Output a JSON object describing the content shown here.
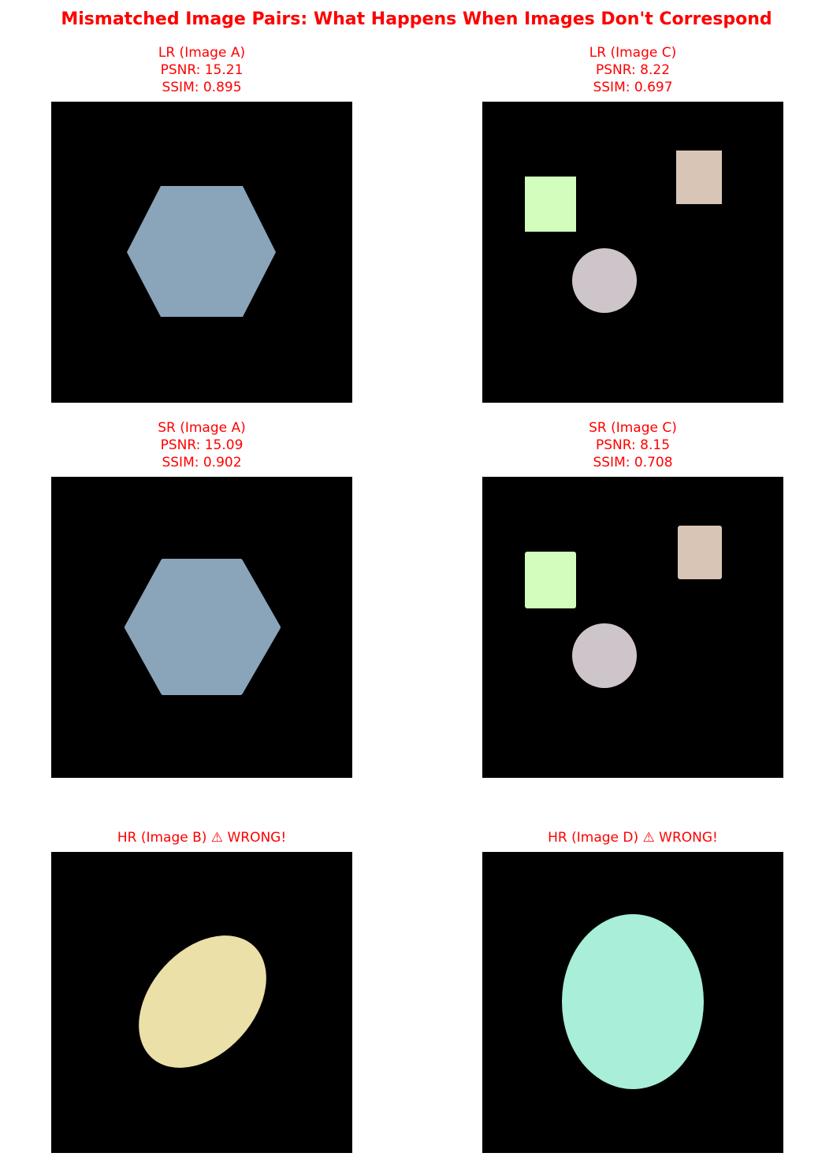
{
  "figure": {
    "title": "Mismatched Image Pairs: What Happens When Images Don't Correspond",
    "text_color": "#ff0000"
  },
  "panels": [
    {
      "label": "LR (Image A)",
      "psnr": "PSNR: 15.21",
      "ssim": "SSIM: 0.895"
    },
    {
      "label": "LR (Image C)",
      "psnr": "PSNR: 8.22",
      "ssim": "SSIM: 0.697"
    },
    {
      "label": "SR (Image A)",
      "psnr": "PSNR: 15.09",
      "ssim": "SSIM: 0.902"
    },
    {
      "label": "SR (Image C)",
      "psnr": "PSNR: 8.15",
      "ssim": "SSIM: 0.708"
    },
    {
      "label": "HR (Image B) ⚠ WRONG!"
    },
    {
      "label": "HR (Image D) ⚠ WRONG!"
    }
  ],
  "shape_colors": {
    "hexagon": "#8aa4ba",
    "green_square": "#d2fdbd",
    "tan_rectangle": "#d9c5b6",
    "gray_circle": "#cdc5c9",
    "yellow_ellipse": "#eae0a8",
    "mint_ellipse": "#a8eed8"
  }
}
